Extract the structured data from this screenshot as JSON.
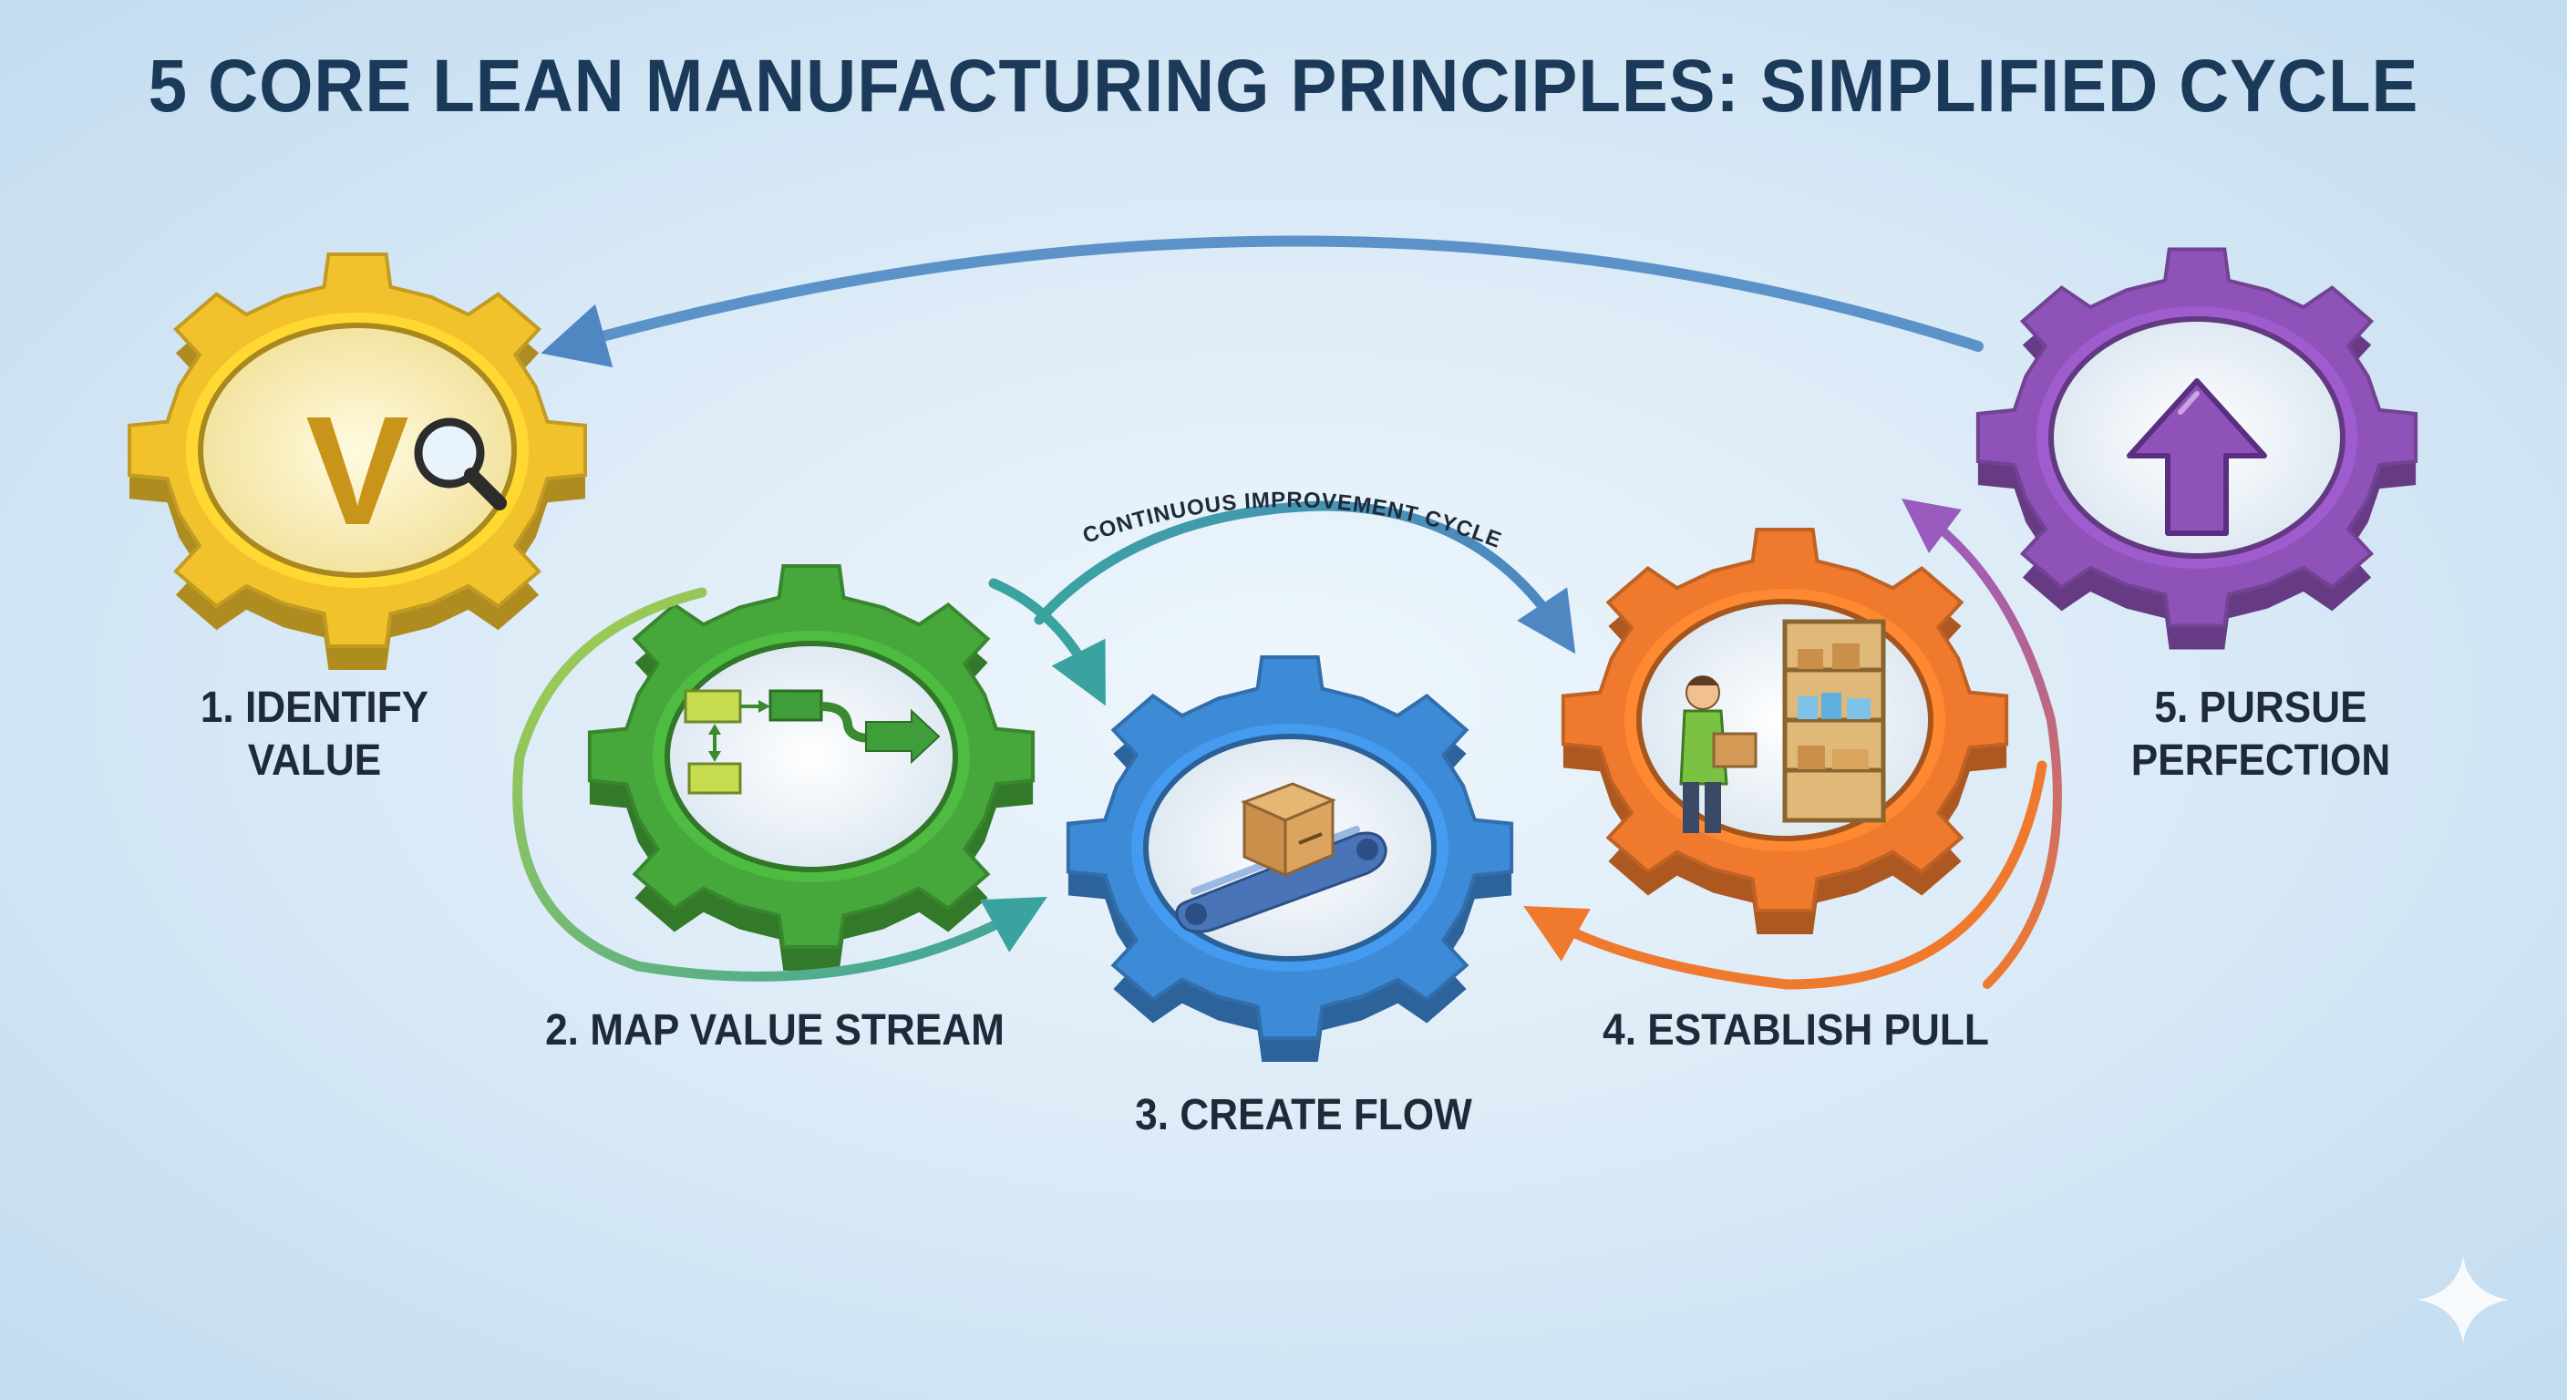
{
  "title": "5 CORE LEAN MANUFACTURING PRINCIPLES: SIMPLIFIED CYCLE",
  "cycle_label": "CONTINUOUS IMPROVEMENT CYCLE",
  "principles": [
    {
      "number": "1.",
      "lines": [
        "1. IDENTIFY",
        "VALUE"
      ],
      "color": "#f2c22c",
      "icon": "value-magnifier-icon",
      "icon_text": "V"
    },
    {
      "number": "2.",
      "lines": [
        "2. MAP VALUE STREAM"
      ],
      "color": "#46a83a",
      "icon": "value-stream-map-icon"
    },
    {
      "number": "3.",
      "lines": [
        "3. CREATE FLOW"
      ],
      "color": "#3d8ad6",
      "icon": "conveyor-box-icon"
    },
    {
      "number": "4.",
      "lines": [
        "4. ESTABLISH PULL"
      ],
      "color": "#ef7a2d",
      "icon": "worker-shelf-icon"
    },
    {
      "number": "5.",
      "lines": [
        "5. PURSUE",
        "PERFECTION"
      ],
      "color": "#8e52b8",
      "icon": "up-arrow-icon"
    }
  ],
  "colors": {
    "title": "#1b3a5a",
    "label": "#1e2a38",
    "cycle_arrow": "#5b93c8"
  }
}
